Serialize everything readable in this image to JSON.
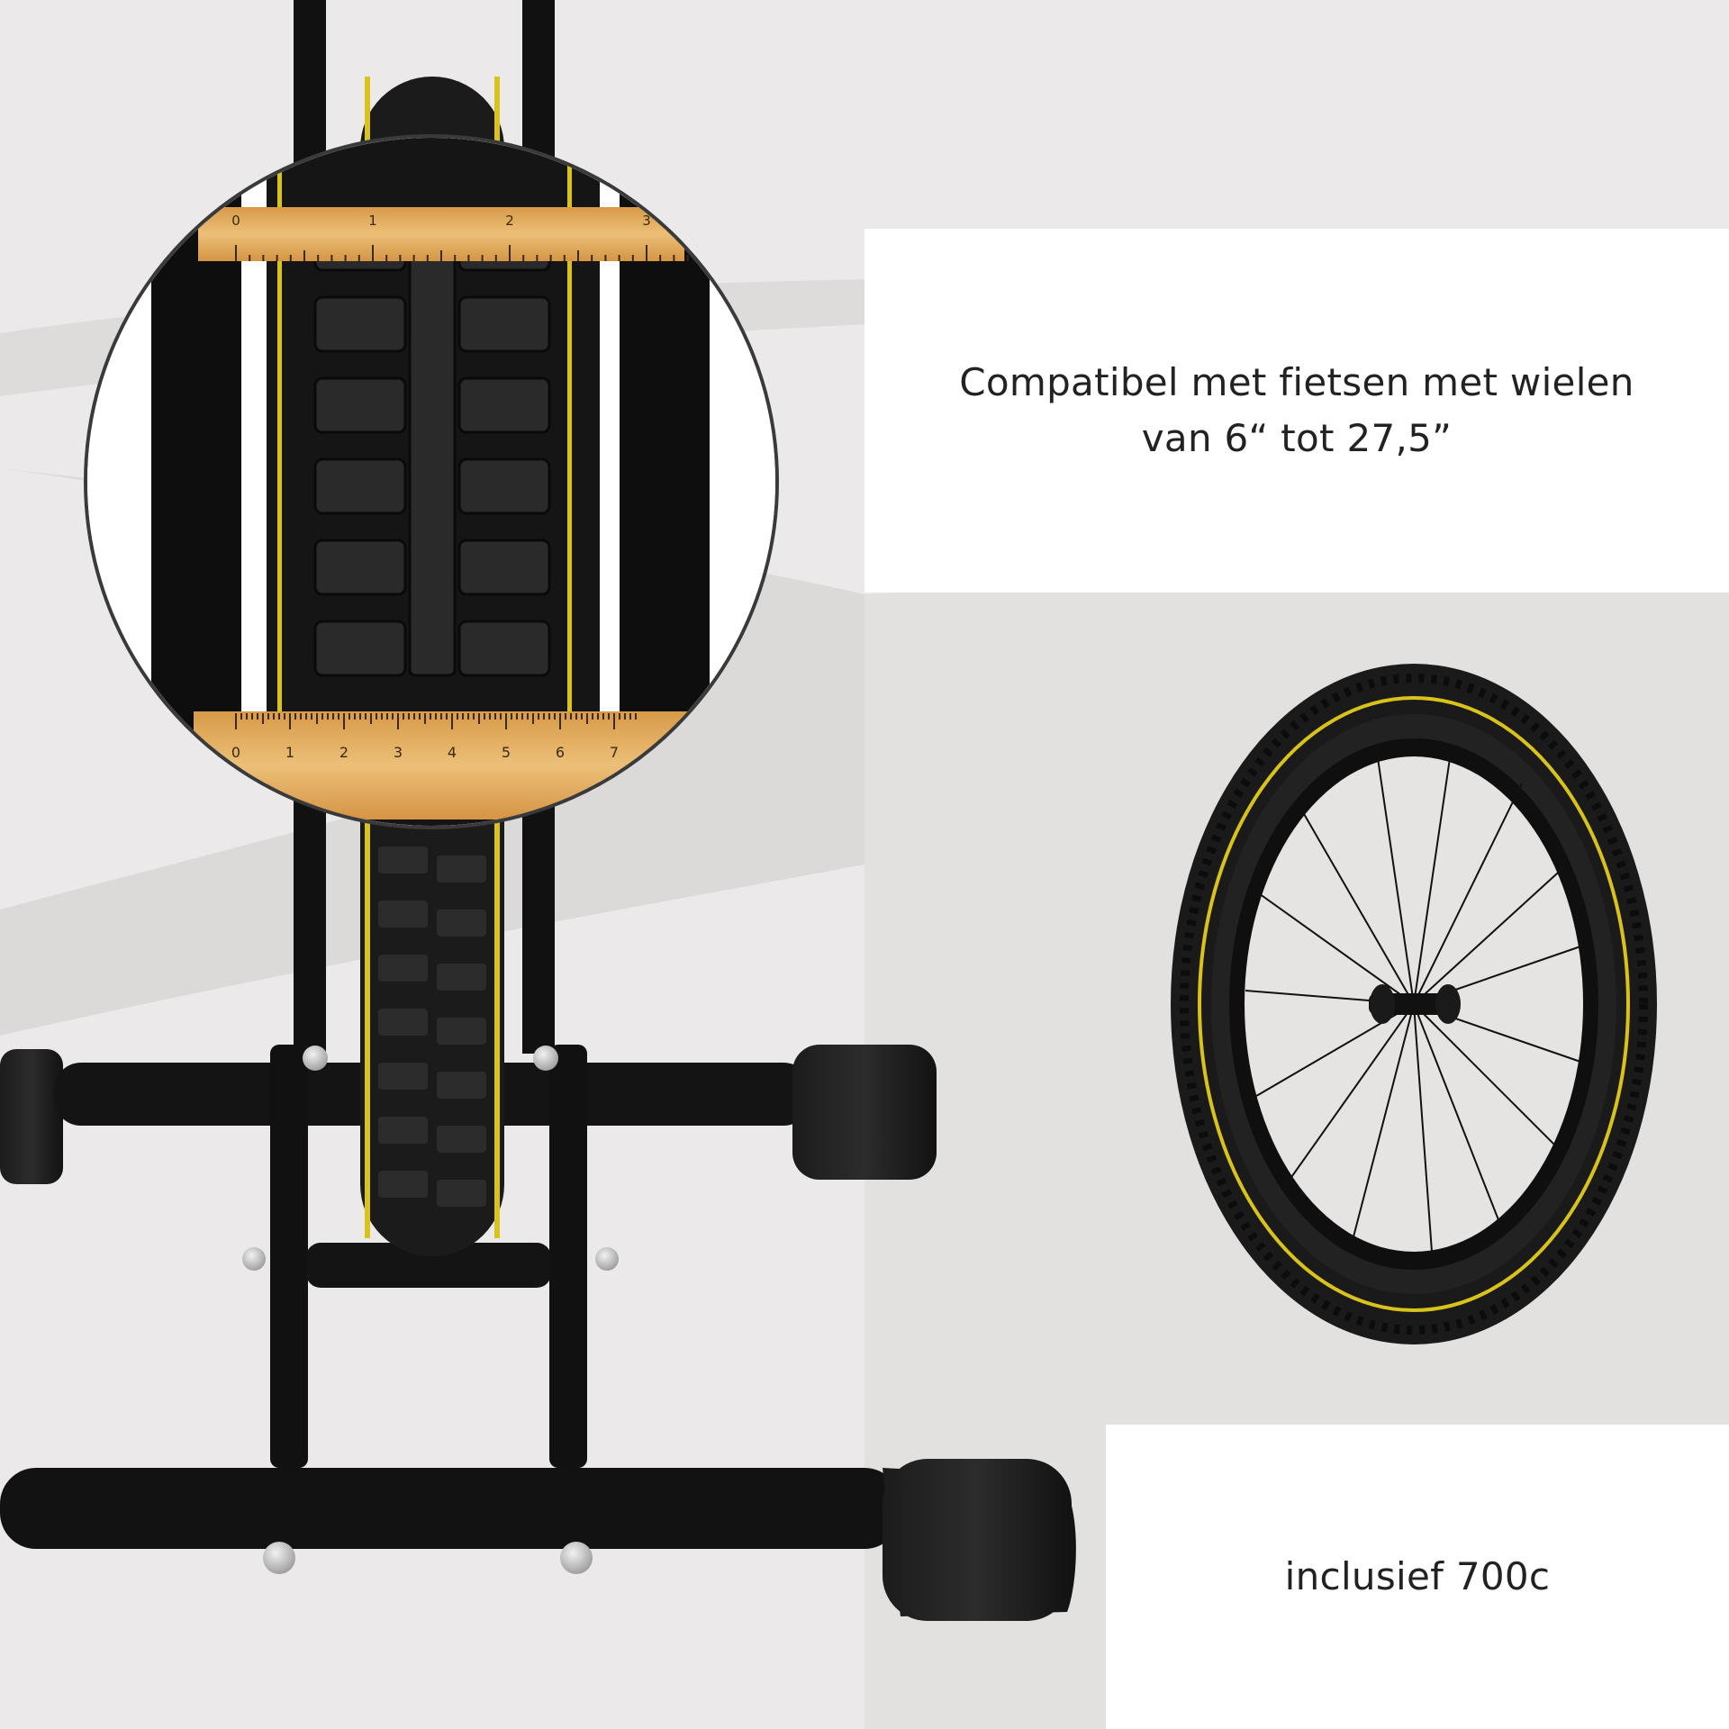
{
  "captions": {
    "compatibility_line1": "Compatibel met fietsen met wielen",
    "compatibility_line2": "van 6“ tot 27,5”",
    "included": "inclusief 700c"
  },
  "ruler_top": {
    "labels": [
      "0",
      "1",
      "2",
      "3"
    ]
  },
  "ruler_bottom": {
    "labels": [
      "0",
      "1",
      "2",
      "3",
      "4",
      "5",
      "6",
      "7"
    ]
  },
  "colors": {
    "background": "#ebe9ea",
    "floor_swoosh": "#dcdad9",
    "frame": "#111111",
    "tire": "#1b1b1b",
    "tire_stripe": "#d9c21a",
    "ruler_wood": "#e0a95a",
    "panel": "#ffffff"
  },
  "icons": {
    "wheel": "bicycle-wheel-icon",
    "magnifier": "magnifier-circle-icon",
    "stand": "bike-stand-icon"
  }
}
